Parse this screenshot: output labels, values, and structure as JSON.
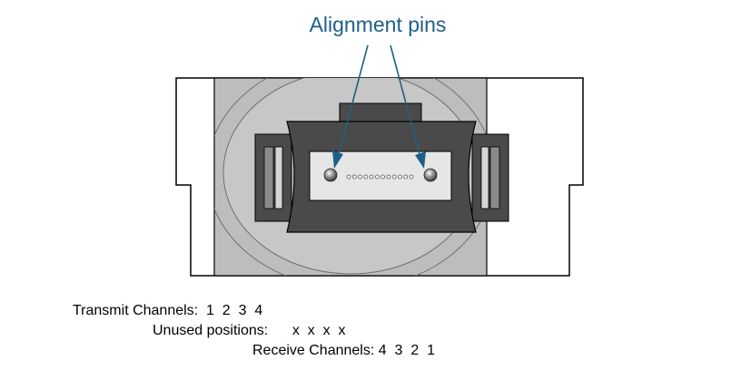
{
  "callout": {
    "text": "Alignment pins"
  },
  "colors": {
    "accent": "#1f5f86",
    "housing_light": "#bdbdbd",
    "housing_dark": "#4a4a4a",
    "ferrule": "#e6e6e6",
    "outline": "#000000"
  },
  "fiber_positions": 12,
  "legend": {
    "transmit_label": "Transmit Channels:",
    "transmit_values": "1  2  3  4",
    "unused_label": "Unused positions:",
    "unused_values": "x  x  x  x",
    "receive_label": "Receive Channels:",
    "receive_values": "4  3  2  1"
  }
}
